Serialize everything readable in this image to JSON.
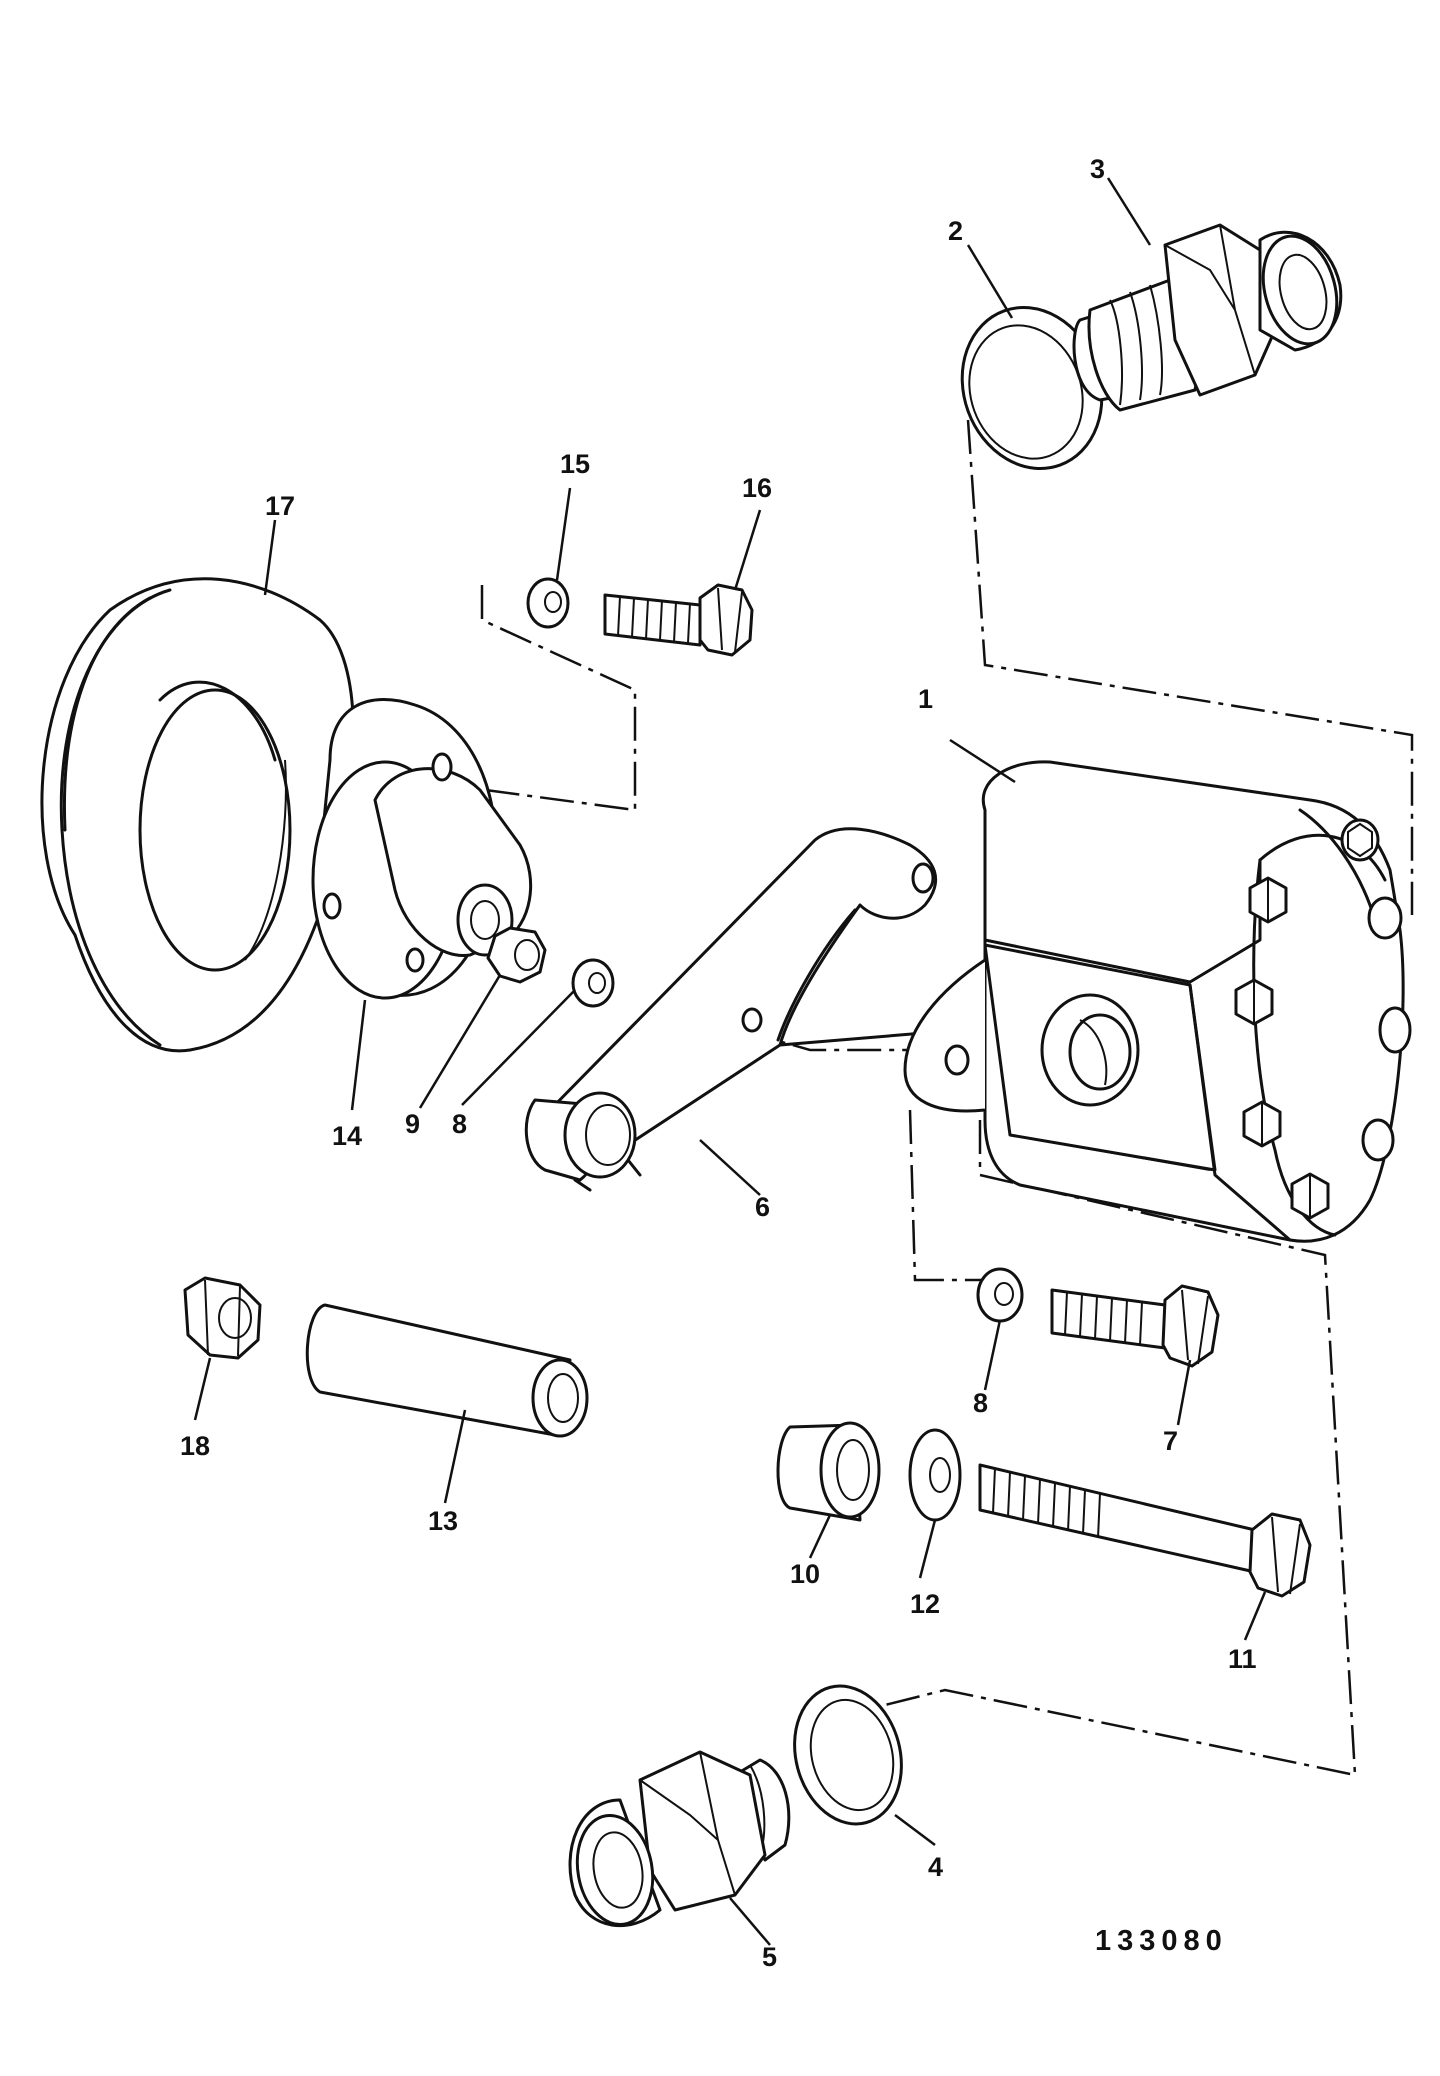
{
  "drawing_ref": "133080",
  "callouts": {
    "c1": "1",
    "c2": "2",
    "c3": "3",
    "c4": "4",
    "c5": "5",
    "c6": "6",
    "c7": "7",
    "c8a": "8",
    "c8b": "8",
    "c9": "9",
    "c10": "10",
    "c11": "11",
    "c12": "12",
    "c13": "13",
    "c14": "14",
    "c15": "15",
    "c16": "16",
    "c17": "17",
    "c18": "18"
  },
  "colors": {
    "line": "#111111",
    "paper": "#ffffff"
  }
}
